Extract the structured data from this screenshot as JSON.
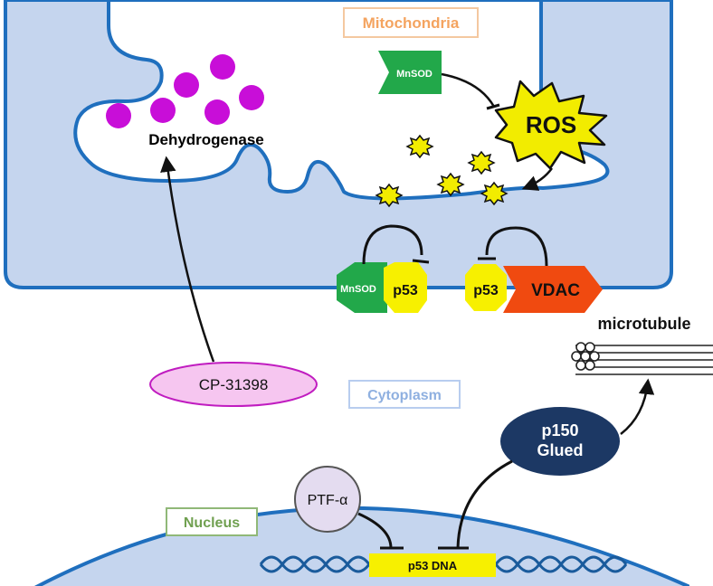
{
  "regions": {
    "mitochondria": "Mitochondria",
    "cytoplasm": "Cytoplasm",
    "nucleus": "Nucleus"
  },
  "labels": {
    "dehydrogenase": "Dehydrogenase",
    "ros": "ROS",
    "mnsod_top": "MnSOD",
    "mnsod_complex": "MnSOD",
    "p53_complex": "p53",
    "p53_vdac": "p53",
    "vdac": "VDAC",
    "microtubule": "microtubule",
    "cp": "CP-31398",
    "p150_line1": "p150",
    "p150_line2": "Glued",
    "ptf_alpha": "PTF-α",
    "p53_dna": "p53 DNA"
  },
  "colors": {
    "mito_fill": "#c5d5ee",
    "membrane": "#1f6fbe",
    "mnsod": "#22a84a",
    "p53": "#f7f000",
    "vdac": "#f04a10",
    "ros_dots": "#f2ec00",
    "purple_dots": "#c80ed8",
    "cp_fill": "#f6c6f0",
    "cp_stroke": "#c01cc0",
    "p150_fill": "#1c3864",
    "ptf_fill": "#e4dcf0",
    "dna": "#1a5b9c",
    "mito_label": "#f4a460",
    "cyto_label": "#8fb0e0",
    "nucleus_label": "#70a050"
  }
}
